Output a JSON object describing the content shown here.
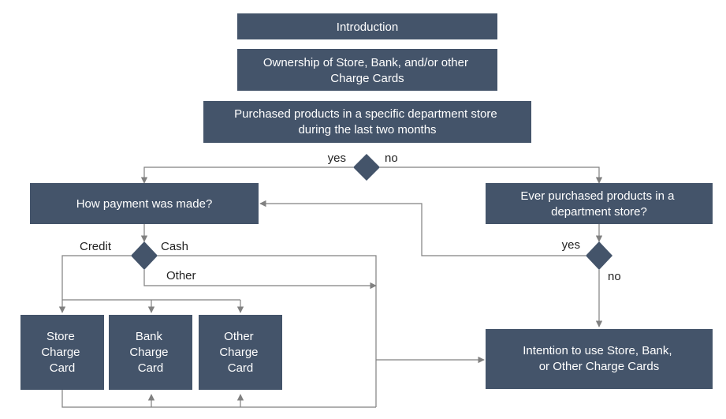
{
  "colors": {
    "box_fill": "#44546a",
    "box_text": "#ffffff",
    "connector": "#808080",
    "label_text": "#222222"
  },
  "nodes": {
    "introduction": {
      "lines": [
        "Introduction"
      ]
    },
    "ownership": {
      "lines": [
        "Ownership of Store, Bank, and/or other",
        "Charge Cards"
      ]
    },
    "purchased": {
      "lines": [
        "Purchased products in a specific department store",
        "during the last two months"
      ]
    },
    "payment": {
      "lines": [
        "How payment was made?"
      ]
    },
    "ever_purchased": {
      "lines": [
        "Ever purchased products in a",
        "department store?"
      ]
    },
    "store_card": {
      "lines": [
        "Store",
        "Charge",
        "Card"
      ]
    },
    "bank_card": {
      "lines": [
        "Bank",
        "Charge",
        "Card"
      ]
    },
    "other_card": {
      "lines": [
        "Other",
        "Charge",
        "Card"
      ]
    },
    "intention": {
      "lines": [
        "Intention to use Store, Bank,",
        "or Other Charge Cards"
      ]
    }
  },
  "edge_labels": {
    "yes_1": "yes",
    "no_1": "no",
    "credit": "Credit",
    "cash": "Cash",
    "other": "Other",
    "yes_2": "yes",
    "no_2": "no"
  }
}
